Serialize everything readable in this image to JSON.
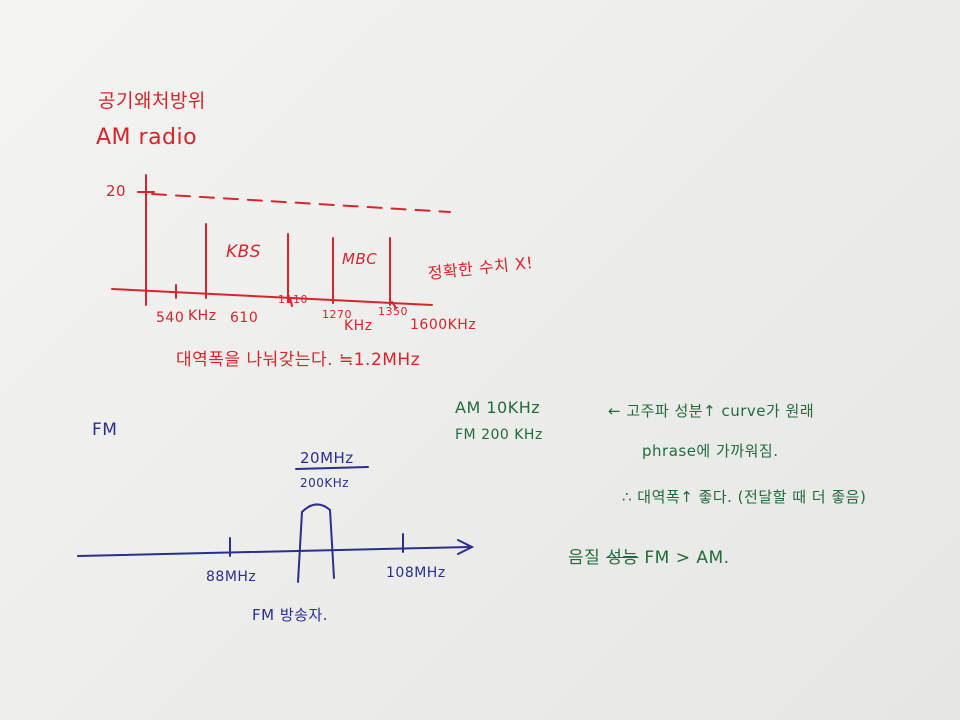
{
  "am": {
    "heading": "공기왜처방위",
    "title": "AM radio",
    "y_tick": "20",
    "label_kbs": "KBS",
    "label_mbc": "MBC",
    "tick_540": "540",
    "unit_khz": "KHz",
    "tick_610": "610",
    "tick_1110": "1110",
    "tick_1270": "1270",
    "tick_1350": "1350",
    "tick_1600": "1600KHz",
    "note_accurate": "정확한 수치 X!",
    "note_bandwidth": "대역폭을 나눠갖는다. ≒1.2MHz"
  },
  "fm": {
    "label": "FM",
    "top_label1": "20MHz",
    "top_label2": "200KHz",
    "left_tick": "88MHz",
    "right_tick": "108MHz",
    "caption": "FM 방송자."
  },
  "compare": {
    "am_line": "AM  10KHz",
    "fm_line": "FM  200 KHz",
    "note1": "← 고주파 성분↑ curve가 원래",
    "note2": "phrase에 가까워짐.",
    "note3": "∴ 대역폭↑ 좋다. (전달할 때 더 좋음)",
    "quality_prefix": "음질",
    "quality_strike": "성능",
    "quality_suffix": "FM > AM."
  },
  "colors": {
    "red_ink": "#d8242b",
    "blue_ink": "#2a2f8f",
    "green_ink": "#1f6b3a"
  }
}
